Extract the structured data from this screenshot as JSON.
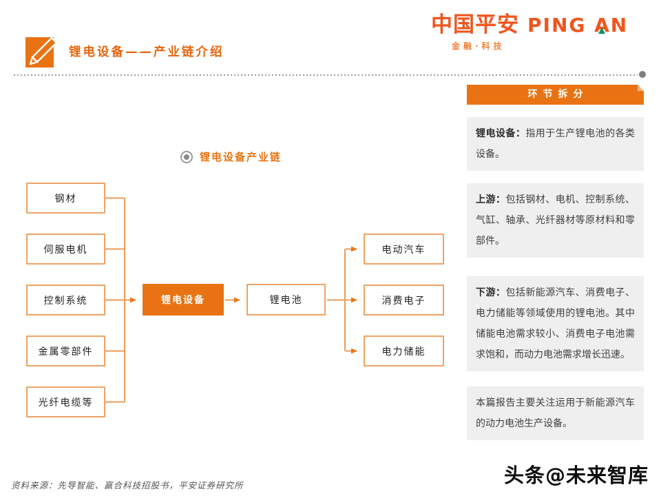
{
  "logo": {
    "cn": "中国平安",
    "en": "PING AN",
    "sub": "金融·科技"
  },
  "header": {
    "title": "锂电设备——产业链介绍"
  },
  "sidebar": {
    "title": "环节拆分",
    "cards": [
      {
        "label": "锂电设备：",
        "text": "指用于生产锂电池的各类设备。"
      },
      {
        "label": "上游：",
        "text": "包括钢材、电机、控制系统、气缸、轴承、光纤器材等原材料和零部件。"
      },
      {
        "label": "下游：",
        "text": "包括新能源汽车、消费电子、电力储能等领域使用的锂电池。其中储能电池需求较小、消费电子电池需求饱和，而动力电池需求增长迅速。"
      },
      {
        "label": "",
        "text": "本篇报告主要关注运用于新能源汽车的动力电池生产设备。"
      }
    ]
  },
  "diagram": {
    "title": "锂电设备产业链",
    "upstream": [
      "钢材",
      "伺服电机",
      "控制系统",
      "金属零部件",
      "光纤电缆等"
    ],
    "center": "锂电设备",
    "middle": "锂电池",
    "downstream": [
      "电动汽车",
      "消费电子",
      "电力储能"
    ]
  },
  "footer": {
    "source": "资料来源：先导智能、赢合科技招股书，平安证券研究所",
    "watermark": "头条@未来智库"
  },
  "colors": {
    "accent": "#E97312",
    "node_border": "#EDA263",
    "card_bg": "#EFEFEF",
    "logo_orange": "#F0551C",
    "logo_green": "#00935B",
    "rule_gray": "#9B9B9B"
  }
}
